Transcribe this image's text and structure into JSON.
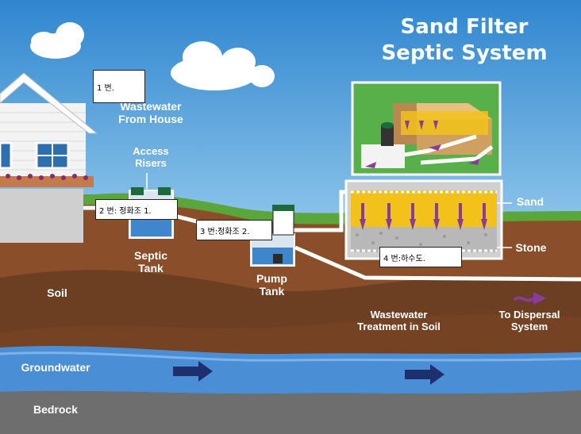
{
  "title": {
    "line1": "Sand Filter",
    "line2": "Septic System"
  },
  "labels": {
    "wastewater_from_house": [
      "Wastewater",
      "From House"
    ],
    "access_risers": [
      "Access",
      "Risers"
    ],
    "septic_tank": [
      "Septic",
      "Tank"
    ],
    "pump_tank": [
      "Pump",
      "Tank"
    ],
    "sand": "Sand",
    "stone": "Stone",
    "soil": "Soil",
    "wastewater_treatment": [
      "Wastewater",
      "Treatment in Soil"
    ],
    "to_dispersal": [
      "To Dispersal",
      "System"
    ],
    "groundwater": "Groundwater",
    "bedrock": "Bedrock"
  },
  "tags": {
    "tag1": "1 번.",
    "tag2": "2 번: 정화조 1.",
    "tag3": "3 번:정화조 2.",
    "tag4": "4 번:하수도."
  },
  "colors": {
    "sky": "#3d8fd0",
    "grass": "#5aa63b",
    "soil": "#8a4f2a",
    "deep_soil": "#6d3f22",
    "groundwater": "#4a8fd6",
    "bedrock": "#6e6e6e",
    "sand": "#f2c21a",
    "arrow": "#8a3c9a"
  }
}
